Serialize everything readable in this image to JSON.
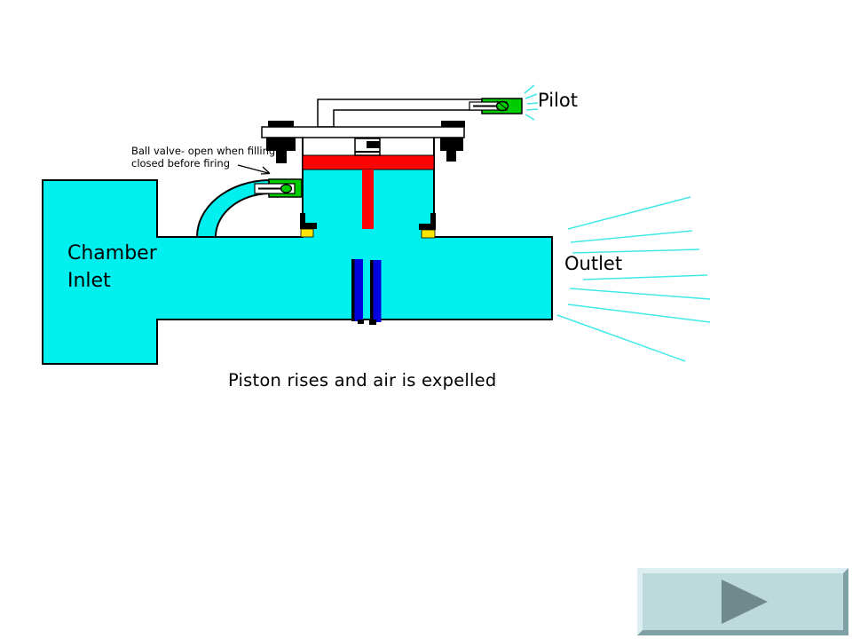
{
  "slide": {
    "labels": {
      "pilot": "Pilot",
      "ball_valve_note_line1": "Ball valve- open when filling,",
      "ball_valve_note_line2": "closed before firing",
      "chamber_inlet_line1": "Chamber",
      "chamber_inlet_line2": "Inlet",
      "outlet": "Outlet",
      "caption": "Piston rises and air is expelled"
    },
    "colors": {
      "air_cyan": "#00EFEF",
      "piston_red": "#FB0404",
      "valve_green": "#00CD00",
      "seal_yellow": "#FFE600",
      "disc_blue": "#0202DD",
      "spray_cyan": "#41E8E8",
      "outline_black": "#000000",
      "pipe_white": "#FFFFFF",
      "button_face": "#BCD9DB",
      "button_bevel_light": "#DCEEEF",
      "button_bevel_dark": "#7FA0A4",
      "play_icon_color": "#70898D"
    }
  },
  "nav": {
    "next_button_icon": "play-arrow-right"
  }
}
